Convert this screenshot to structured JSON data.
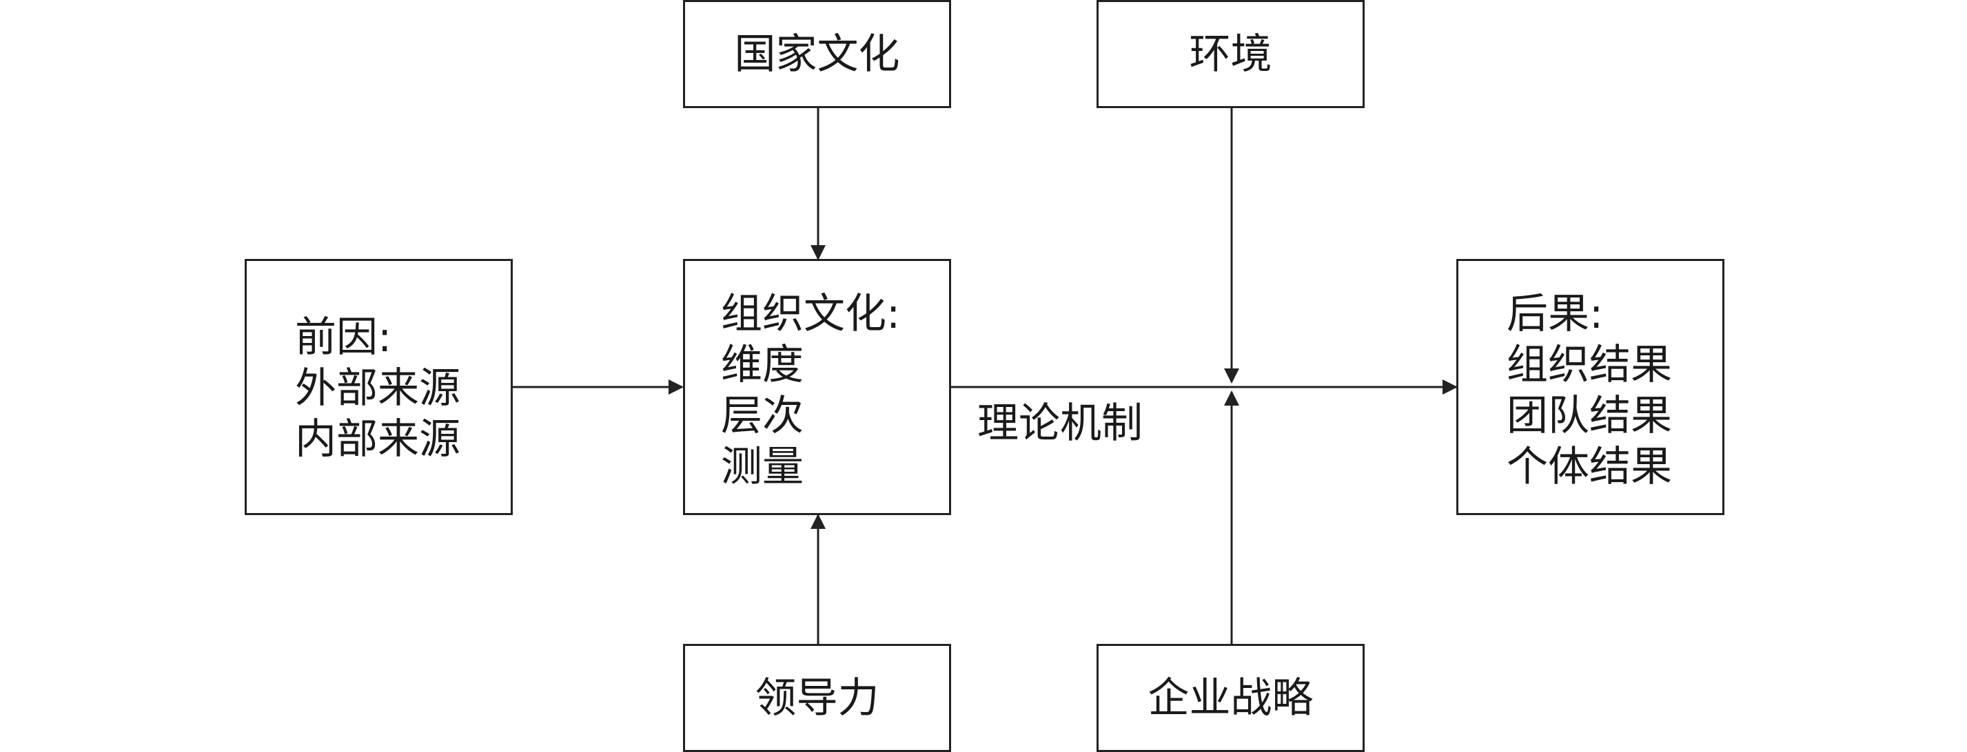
{
  "boxes": {
    "national_culture": {
      "title": "国家文化"
    },
    "environment": {
      "title": "环境"
    },
    "antecedents": {
      "lines": [
        "前因:",
        "外部来源",
        "内部来源"
      ]
    },
    "org_culture": {
      "lines": [
        "组织文化:",
        "维度",
        "层次",
        "测量"
      ]
    },
    "outcomes": {
      "lines": [
        "后果:",
        "组织结果",
        "团队结果",
        "个体结果"
      ]
    },
    "leadership": {
      "title": "领导力"
    },
    "strategy": {
      "title": "企业战略"
    }
  },
  "mechanism_label": "理论机制",
  "colors": {
    "stroke": "#222222",
    "text": "#1a1a1a",
    "background": "#ffffff"
  }
}
